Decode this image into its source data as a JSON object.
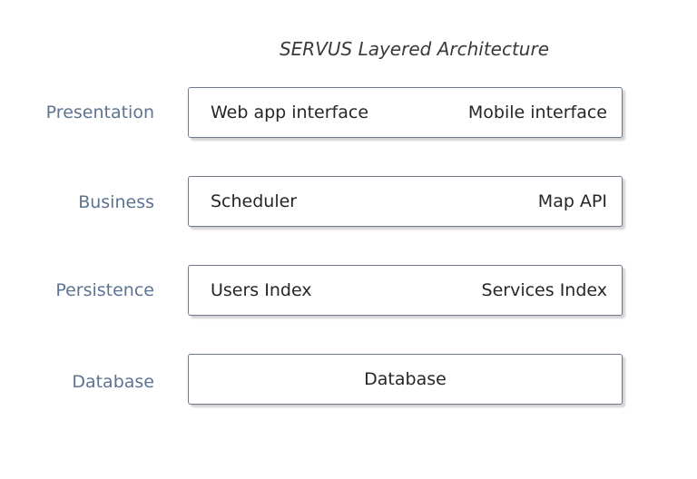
{
  "diagram": {
    "title": "SERVUS Layered Architecture",
    "layers": [
      {
        "label": "Presentation",
        "components": [
          "Web app interface",
          "Mobile interface"
        ]
      },
      {
        "label": "Business",
        "components": [
          "Scheduler",
          "Map API"
        ]
      },
      {
        "label": "Persistence",
        "components": [
          "Users Index",
          "Services Index"
        ]
      },
      {
        "label": "Database",
        "components": [
          "Database"
        ]
      }
    ]
  }
}
